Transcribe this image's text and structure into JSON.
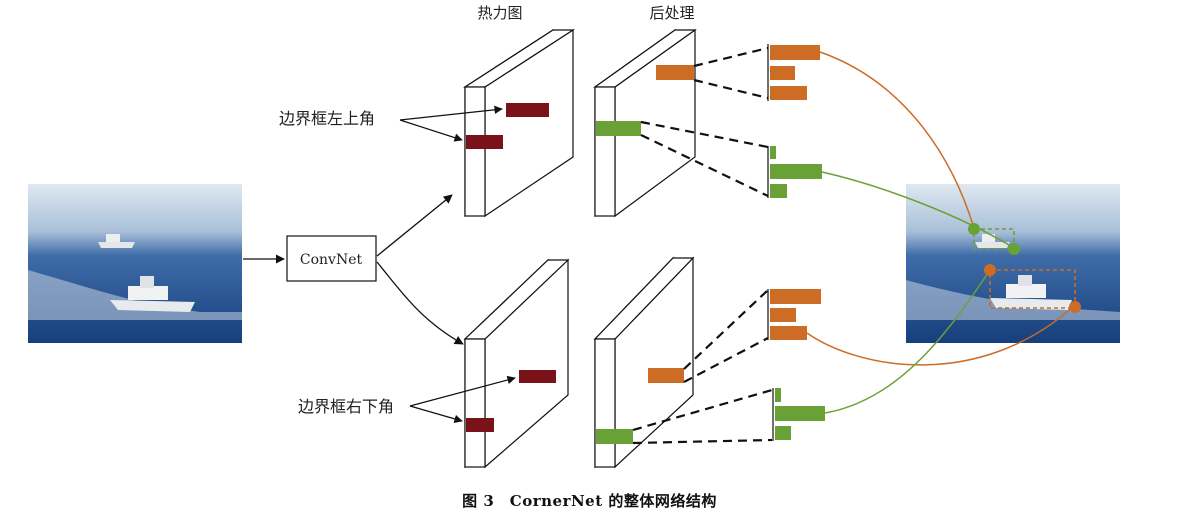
{
  "labels": {
    "heatmap": "热力图",
    "postprocess": "后处理",
    "top_left": "边界框左上角",
    "bottom_right": "边界框右下角",
    "convnet": "ConvNet"
  },
  "caption": "图 3　CornerNet 的整体网络结构",
  "colors": {
    "corner_dark_red": "#7a1219",
    "orange": "#cc6c25",
    "green": "#6aa137",
    "sea_top": "#c9d6e6",
    "sea_deep": "#1d4a8a"
  },
  "icons": {
    "input_image": "ship-photo",
    "output_image": "ship-photo-with-boxes"
  }
}
